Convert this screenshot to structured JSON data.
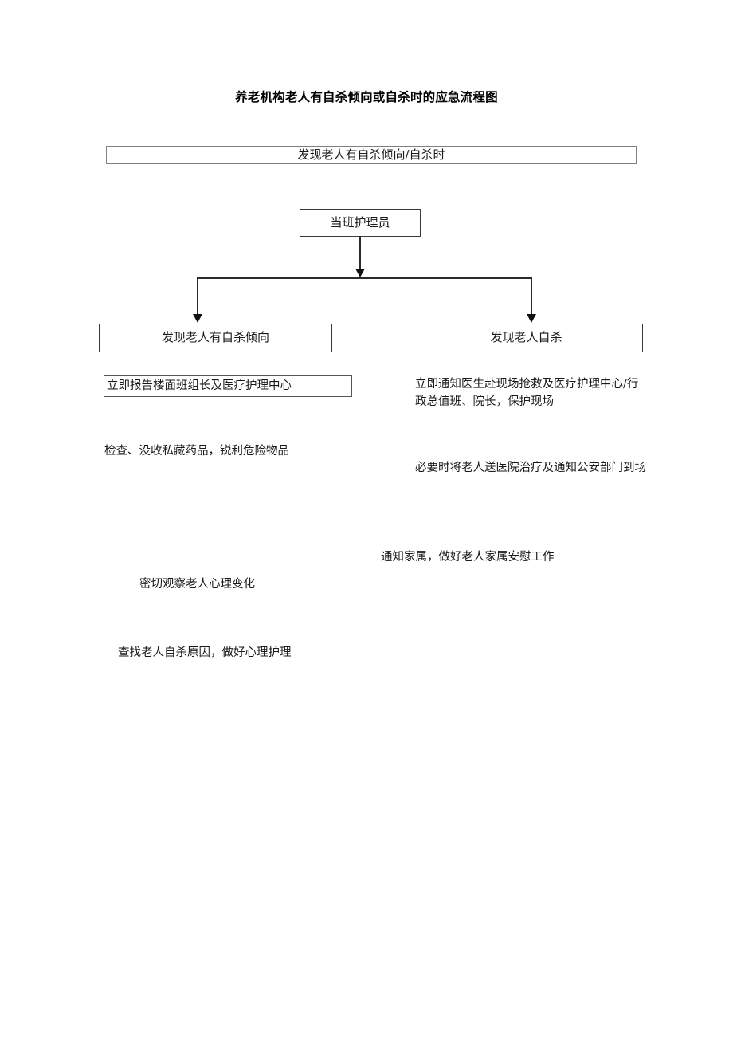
{
  "document": {
    "title": "养老机构老人有自杀倾向或自杀时的应急流程图"
  },
  "flowchart": {
    "type": "flowchart",
    "orientation": "top-down",
    "nodes": {
      "trigger": "发现老人有自杀倾向/自杀时",
      "staff": "当班护理员",
      "branch_left": "发现老人有自杀倾向",
      "branch_right": "发现老人自杀"
    },
    "left_branch_steps": [
      {
        "text": "立即报告楼面班组长及医疗护理中心",
        "boxed": true
      },
      {
        "text": "检查、没收私藏药品，锐利危险物品",
        "boxed": false
      },
      {
        "text": "密切观察老人心理变化",
        "boxed": false
      },
      {
        "text": "查找老人自杀原因，做好心理护理",
        "boxed": false
      }
    ],
    "right_branch_steps": [
      {
        "text": "立即通知医生赴现场抢救及医疗护理中心/行政总值班、院长，保护现场",
        "boxed": false
      },
      {
        "text": "必要时将老人送医院治疗及通知公安部门到场",
        "boxed": false
      },
      {
        "text": "通知家属，做好老人家属安慰工作",
        "boxed": false
      }
    ],
    "connectors": [
      {
        "name": "staff-to-split",
        "from": "staff",
        "to": "split-bar",
        "arrow": true
      },
      {
        "name": "split-to-branch-left",
        "from": "split-bar",
        "to": "branch_left",
        "arrow": true
      },
      {
        "name": "split-to-branch-right",
        "from": "split-bar",
        "to": "branch_right",
        "arrow": true
      }
    ],
    "colors": {
      "line": "#2b2b2b",
      "box_border": "#808080",
      "box_border_dark": "#3a3a3a",
      "text": "#1a1a1a",
      "background": "#ffffff"
    }
  }
}
